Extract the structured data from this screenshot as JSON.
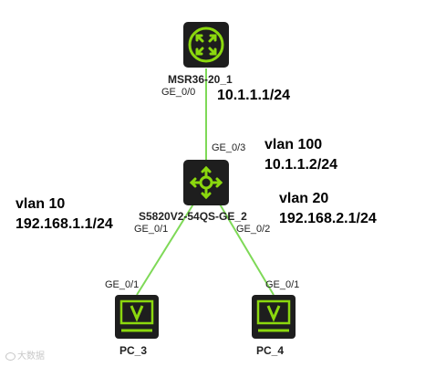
{
  "colors": {
    "link": "#7ed957",
    "device_body": "#1e1e1e",
    "device_accent": "#8bd80e"
  },
  "devices": {
    "router": {
      "name": "MSR36-20_1",
      "icon": "router-icon"
    },
    "switch": {
      "name": "S5820V2-54QS-GE_2",
      "icon": "l3-switch-icon"
    },
    "pc3": {
      "name": "PC_3",
      "icon": "pc-monitor-icon"
    },
    "pc4": {
      "name": "PC_4",
      "icon": "pc-monitor-icon"
    }
  },
  "ports": {
    "router_ge0_0": "GE_0/0",
    "switch_ge0_3": "GE_0/3",
    "switch_ge0_1": "GE_0/1",
    "switch_ge0_2": "GE_0/2",
    "pc3_ge0_1": "GE_0/1",
    "pc4_ge0_1": "GE_0/1"
  },
  "annotations": {
    "router_ip": "10.1.1.1/24",
    "vlan100_name": "vlan 100",
    "vlan100_ip": "10.1.1.2/24",
    "vlan10_name": "vlan 10",
    "vlan10_ip": "192.168.1.1/24",
    "vlan20_name": "vlan 20",
    "vlan20_ip": "192.168.2.1/24"
  },
  "watermark": "大数据"
}
